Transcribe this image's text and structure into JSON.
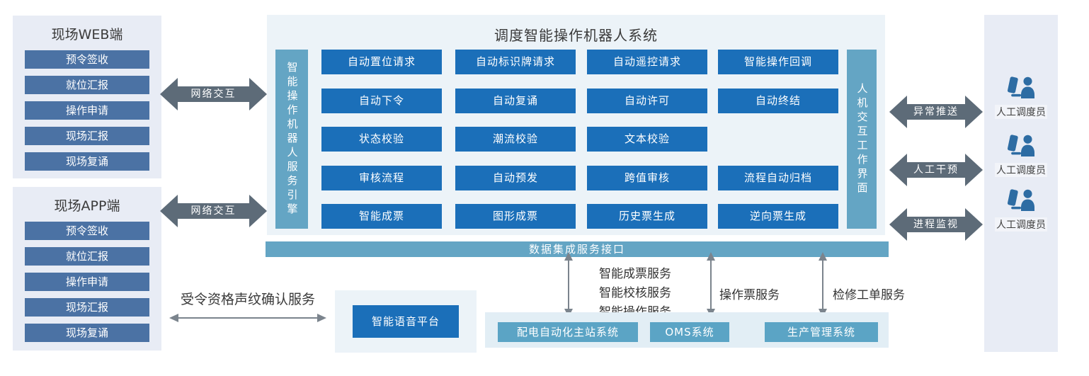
{
  "web_panel": {
    "title": "现场WEB端",
    "items": [
      "预令签收",
      "就位汇报",
      "操作申请",
      "现场汇报",
      "现场复诵"
    ]
  },
  "app_panel": {
    "title": "现场APP端",
    "items": [
      "预令签收",
      "就位汇报",
      "操作申请",
      "现场汇报",
      "现场复诵"
    ]
  },
  "network_arrows": {
    "top": "网络交互",
    "bottom": "网络交互"
  },
  "main_system": {
    "title": "调度智能操作机器人系统",
    "left_bar": "智能操作机器人服务引擎",
    "right_bar": "人机交互工作界面",
    "rows": [
      [
        "自动置位请求",
        "自动标识牌请求",
        "自动遥控请求",
        "智能操作回调"
      ],
      [
        "自动下令",
        "自动复诵",
        "自动许可",
        "自动终结"
      ],
      [
        "状态校验",
        "潮流校验",
        "文本校验"
      ],
      [
        "审核流程",
        "自动预发",
        "跨值审核",
        "流程自动归档"
      ],
      [
        "智能成票",
        "图形成票",
        "历史票生成",
        "逆向票生成"
      ]
    ]
  },
  "interaction_arrows": [
    "异常推送",
    "人工干预",
    "进程监视"
  ],
  "dispatchers": [
    "人工调度员",
    "人工调度员",
    "人工调度员"
  ],
  "data_bar": "数据集成服务接口",
  "service_links": {
    "left_group": [
      "智能成票服务",
      "智能校核服务",
      "智能操作服务"
    ],
    "middle": "操作票服务",
    "right": "检修工单服务"
  },
  "voice": {
    "arrow_label": "受令资格声纹确认服务",
    "platform": "智能语音平台"
  },
  "bottom_systems": [
    "配电自动化主站系统",
    "OMS系统",
    "生产管理系统"
  ],
  "colors": {
    "panel-light": "#e8ecf5",
    "slate-btn": "#4b72a4",
    "main-bg": "#ecf3f8",
    "blue-btn": "#1b6fb9",
    "teal-bar": "#64a5c4",
    "teal-btn": "#5ba4c5",
    "bottom-panel": "#e2eef5",
    "arrow-dark": "#5d6b78",
    "thin-arrow": "#7b848d",
    "text-dark": "#3a3a3a",
    "icon-blue": "#2d6ca3"
  }
}
